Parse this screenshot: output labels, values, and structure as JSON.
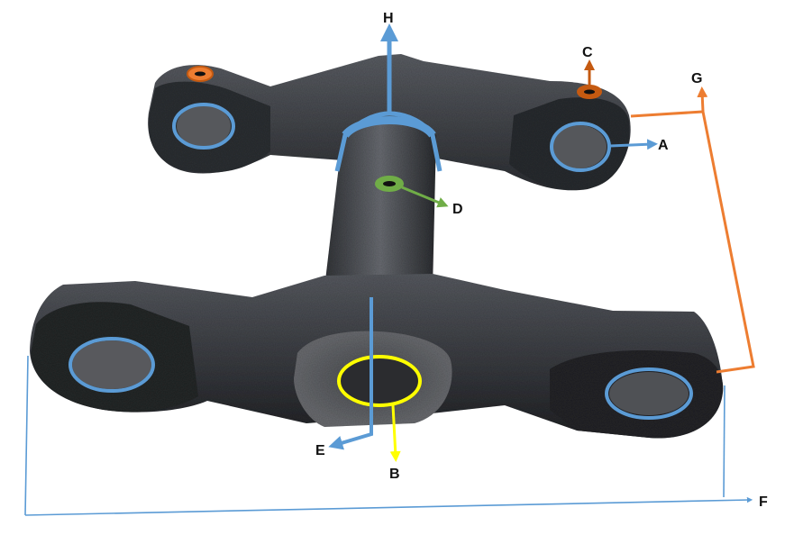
{
  "colors": {
    "casting_dark": "#2a2b2e",
    "casting_mid": "#3f4146",
    "casting_light": "#6b6e74",
    "hole_inner": "#55575c",
    "blue_marker": "#5b9bd5",
    "orange_marker": "#ed7d31",
    "burnt_orange_marker": "#c55a11",
    "green_marker": "#70ad47",
    "yellow_marker": "#ffff00",
    "label_text": "#111111"
  },
  "labels": {
    "a": "A",
    "b": "B",
    "c": "C",
    "d": "D",
    "e": "E",
    "f": "F",
    "g": "G",
    "h": "H"
  }
}
